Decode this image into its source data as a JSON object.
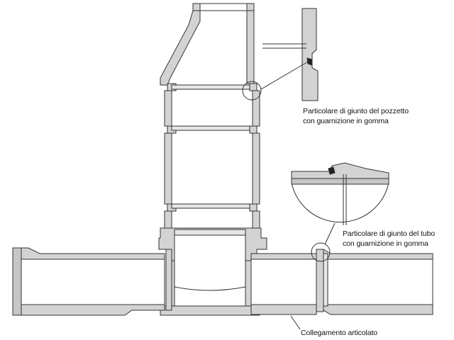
{
  "labels": {
    "manhole_joint_detail": {
      "line1": "Particolare di giunto del pozzetto",
      "line2": "con guarnizione in gomma"
    },
    "pipe_joint_detail": {
      "line1": "Particolare di giunto del tubo",
      "line2": "con guarnizione in gomma"
    },
    "articulated_connection": "Collegamento articolato"
  },
  "colors": {
    "wall_fill": "#d3d3d3",
    "inner_fill": "#ffffff",
    "outline": "#333333",
    "gasket": "#222222"
  }
}
